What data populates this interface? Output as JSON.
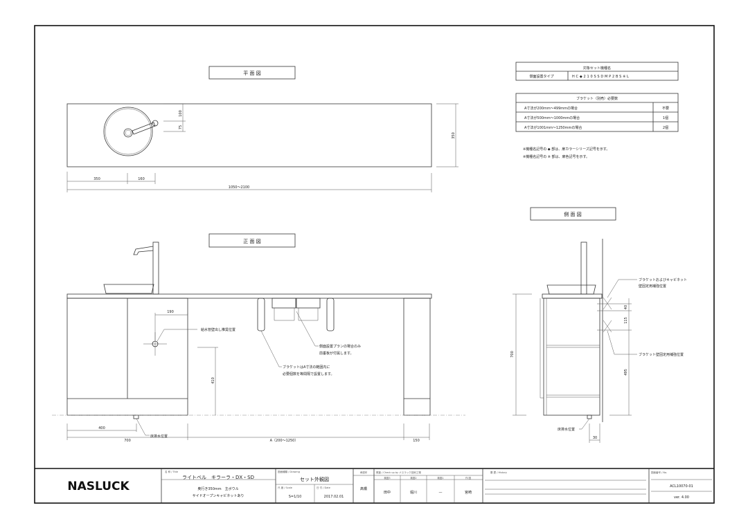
{
  "views": {
    "plan_title": "平 面 図",
    "front_title": "正 面 図",
    "side_title": "側 面 図"
  },
  "model_table": {
    "header": "対象セット機種名",
    "row_label": "側面設置タイプ",
    "row_value": "HC◆210SSDMP2BS※L"
  },
  "bracket_table": {
    "header": "ブラケット（別売）必要数",
    "rows": [
      {
        "condition": "A寸法が200mm～499mmの場合",
        "qty": "不要"
      },
      {
        "condition": "A寸法が500mm～1000mmの場合",
        "qty": "1個"
      },
      {
        "condition": "A寸法が1001mm～1250mmの場合",
        "qty": "2個"
      }
    ]
  },
  "notes": [
    "※機種名記号の ◆ 部は、扉カラーシリーズ記号を示す。",
    "※機種名記号の ※ 部は、扉色記号を示す。"
  ],
  "plan_dims": {
    "d100": "100",
    "d75": "75",
    "depth": "350",
    "d350": "350",
    "d160": "160",
    "width": "1050～2100"
  },
  "front_dims": {
    "d190": "190",
    "d410": "410",
    "d400": "400",
    "d700": "700",
    "a": "A（200～1250）",
    "d150": "150"
  },
  "side_dims": {
    "height": "700",
    "d40": "40",
    "d115": "115",
    "d495": "495",
    "d30": "30"
  },
  "annotations": {
    "supply": "給水管壁出し推奨位置",
    "drain_front": "床排水位置",
    "drain_side": "床排水位置",
    "plan_note_1": "側面設置プランの場合のみ",
    "plan_note_2": "前垂板が付属します。",
    "bracket_note_1": "ブラケットはA寸法の範囲内に",
    "bracket_note_2": "必要個数を等間隔で設置します。",
    "side_note_1": "ブラケットおよびキャビネット",
    "side_note_2": "壁固定用補強位置",
    "side_note_3": "ブラケット壁固定用補強位置"
  },
  "title_block": {
    "logo": "NASLUCK",
    "title_caption": "名 称 / Title",
    "title": "ライトベル　キラーラ・DX・SD",
    "subtitle_1": "奥行き350mm　主ボウル",
    "subtitle_2": "サイドオープンキャビネットあり",
    "drawing_caption": "図面種類 / Drawing",
    "drawing": "セット外観図",
    "scale_caption": "尺 度 / Scale",
    "scale": "S=1/10",
    "date_caption": "日 付 / Date",
    "date": "2017.02.01",
    "designer_caption": "承認印",
    "designer": "髙橋",
    "check_caption": "照査 / Check up by ナスラック技術工場",
    "checkers": [
      {
        "role": "検図3",
        "name": "田中"
      },
      {
        "role": "検図2",
        "name": "堀川"
      },
      {
        "role": "検図1",
        "name": "—"
      },
      {
        "role": "作 図",
        "name": "宮崎"
      }
    ],
    "history_caption": "履 歴 / History",
    "no_caption": "図面番号 / No.",
    "number": "ACL10070-01",
    "version": "ver. 4.00"
  }
}
